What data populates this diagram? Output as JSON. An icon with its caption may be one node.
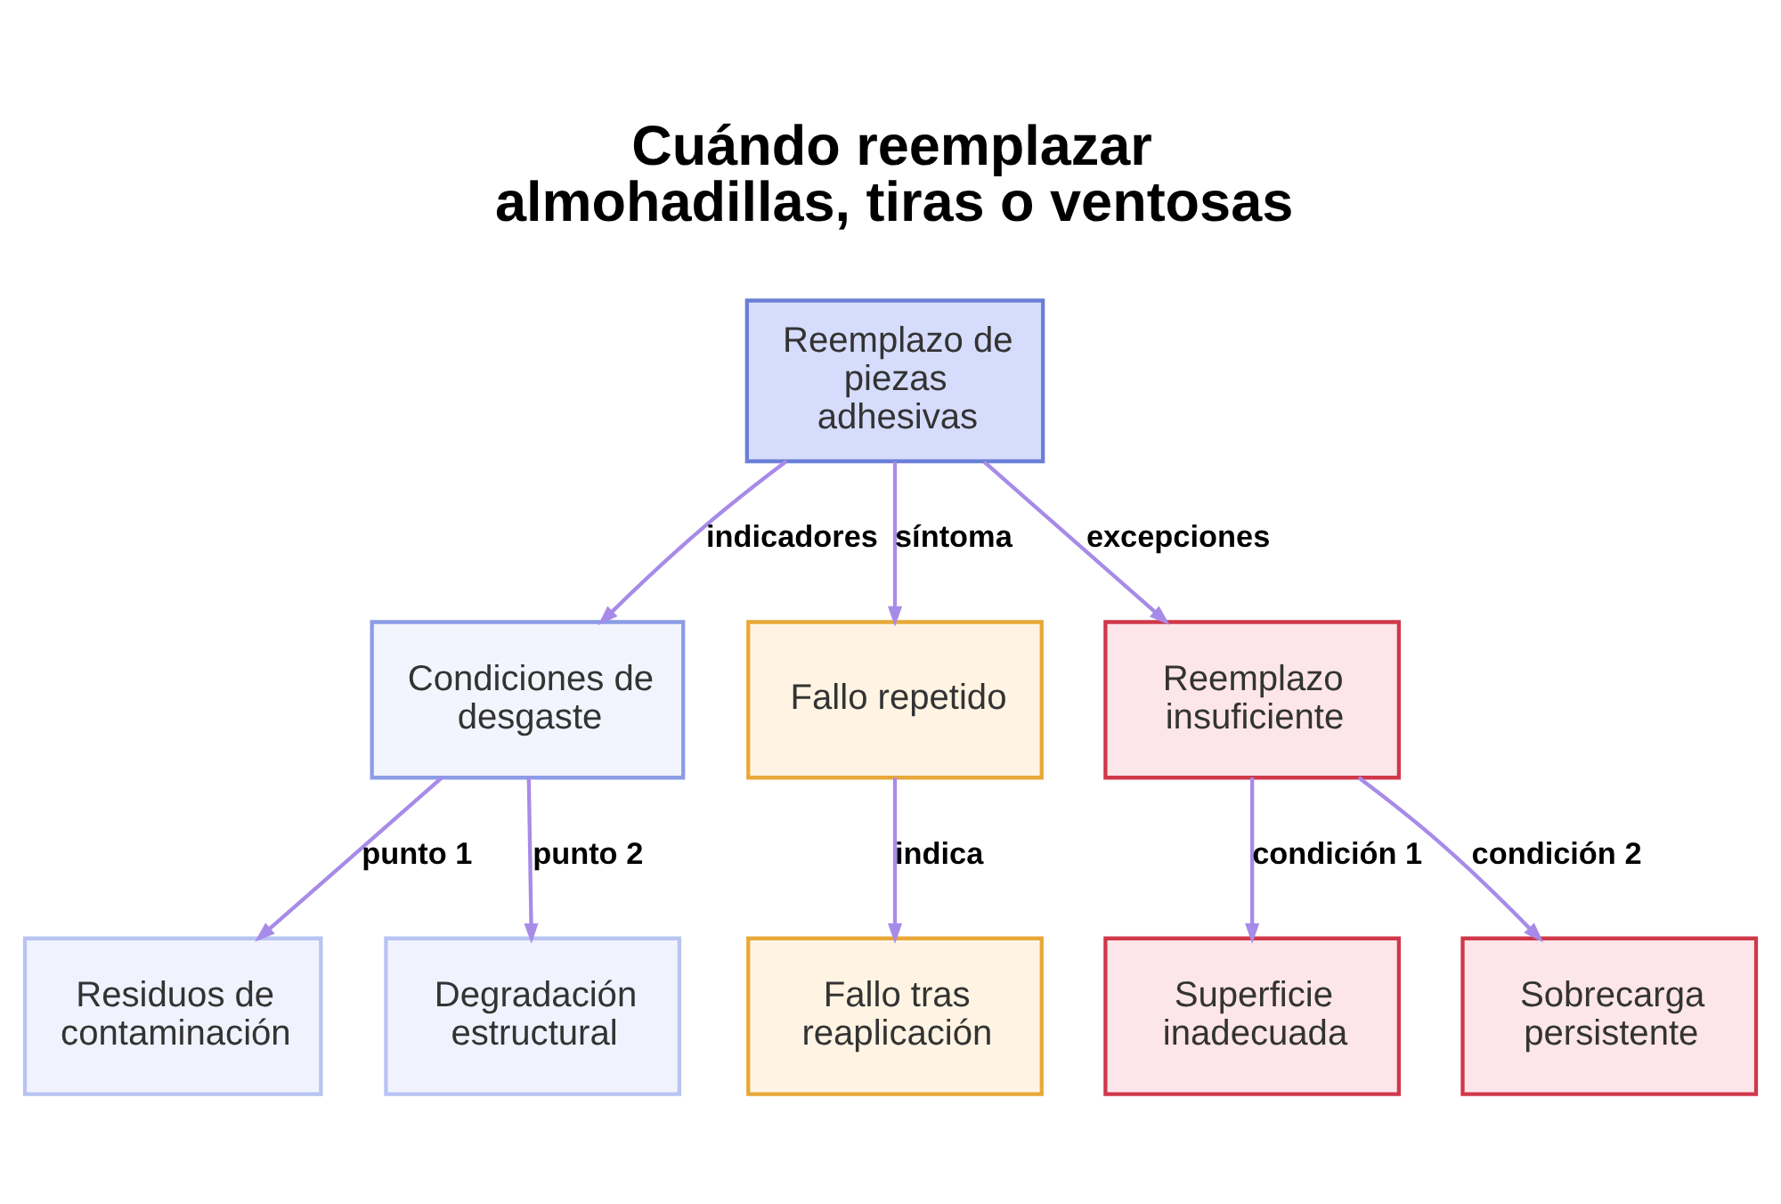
{
  "diagram": {
    "title": "Cuándo reemplazar almohadillas, tiras o ventosas",
    "nodes": [
      {
        "text": [
          "Reemplazo de piezas adhesivas"
        ]
      },
      {
        "text": [
          "Condiciones de desgaste"
        ]
      },
      {
        "text": [
          "Fallo repetido"
        ]
      },
      {
        "text": [
          "Reemplazo insuficiente"
        ]
      },
      {
        "text": [
          "Residuos de contaminación"
        ]
      },
      {
        "text": [
          "Degradación estructural"
        ]
      },
      {
        "text": [
          "Fallo tras reaplicación"
        ]
      },
      {
        "text": [
          "Superficie inadecuada"
        ]
      },
      {
        "text": [
          "Sobrecarga persistente"
        ]
      }
    ],
    "edges": [
      {
        "from": 0,
        "to": 1,
        "arrow": "to",
        "label": "indicadores"
      },
      {
        "from": 0,
        "to": 2,
        "arrow": "to",
        "label": "síntoma"
      },
      {
        "from": 0,
        "to": 3,
        "arrow": "to",
        "label": "excepciones"
      },
      {
        "from": 1,
        "to": 4,
        "arrow": "to",
        "label": "punto 1"
      },
      {
        "from": 1,
        "to": 5,
        "arrow": "to",
        "label": "punto 2"
      },
      {
        "from": 2,
        "to": 6,
        "arrow": "to",
        "label": "indica"
      },
      {
        "from": 3,
        "to": 7,
        "arrow": "to",
        "label": "condición 1"
      },
      {
        "from": 3,
        "to": 8,
        "arrow": "to",
        "label": "condición 2"
      }
    ]
  }
}
